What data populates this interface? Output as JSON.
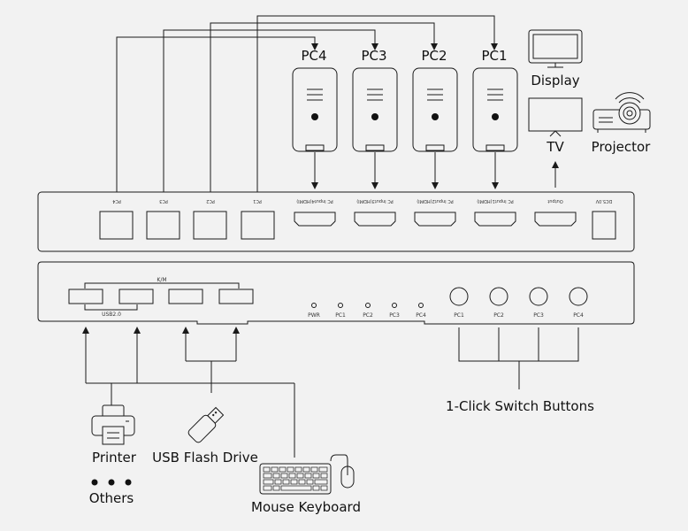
{
  "pcs": {
    "pc4": "PC4",
    "pc3": "PC3",
    "pc2": "PC2",
    "pc1": "PC1"
  },
  "outputs": {
    "display": "Display",
    "tv": "TV",
    "projector": "Projector"
  },
  "rear_panel": {
    "usb_pc4": "PC4",
    "usb_pc3": "PC3",
    "usb_pc2": "PC2",
    "usb_pc1": "PC1",
    "hdmi_pc4": "PC Input4(HDMI)",
    "hdmi_pc3": "PC Input3(HDMI)",
    "hdmi_pc2": "PC Input2(HDMI)",
    "hdmi_pc1": "PC Input1(HDMI)",
    "output": "Output",
    "power": "DC5.0V"
  },
  "front_panel": {
    "km": "K/M",
    "usb20": "USB2.0",
    "led_pwr": "PWR",
    "led_pc1": "PC1",
    "led_pc2": "PC2",
    "led_pc3": "PC3",
    "led_pc4": "PC4",
    "btn_pc1": "PC1",
    "btn_pc2": "PC2",
    "btn_pc3": "PC3",
    "btn_pc4": "PC4"
  },
  "peripherals": {
    "printer": "Printer",
    "usb_flash": "USB Flash Drive",
    "others": "Others",
    "mouse_keyboard": "Mouse Keyboard",
    "switch_buttons": "1-Click Switch Buttons"
  },
  "icons": [
    "computer-tower-icon",
    "monitor-icon",
    "tv-icon",
    "projector-icon",
    "printer-icon",
    "usb-flash-drive-icon",
    "keyboard-icon",
    "mouse-icon",
    "ellipsis-icon"
  ]
}
